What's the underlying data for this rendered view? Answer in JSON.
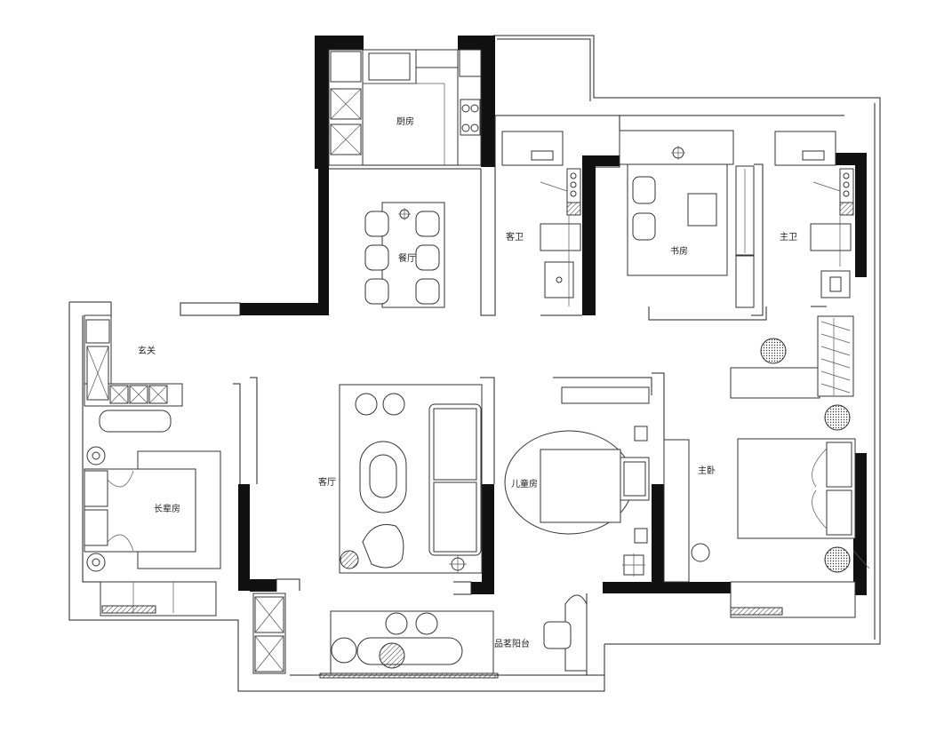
{
  "rooms": {
    "kitchen": "厨房",
    "dining": "餐厅",
    "guest_bath": "客卫",
    "study": "书房",
    "master_bath": "主卫",
    "entrance": "玄关",
    "elder_room": "长辈房",
    "living": "客厅",
    "kids_room": "儿童房",
    "master_bedroom": "主卧",
    "balcony": "品茗阳台"
  }
}
